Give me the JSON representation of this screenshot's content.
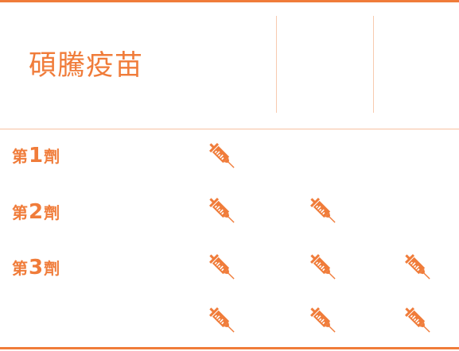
{
  "colors": {
    "accent": "#F07C3A",
    "line": "#F4A679",
    "text": "#F07C3A"
  },
  "header": {
    "title": "碩騰疫苗"
  },
  "doses": [
    {
      "prefix": "第",
      "number": "1",
      "suffix": "劑",
      "syringes": 1
    },
    {
      "prefix": "第",
      "number": "2",
      "suffix": "劑",
      "syringes": 2
    },
    {
      "prefix": "第",
      "number": "3",
      "suffix": "劑",
      "syringes": 3
    },
    {
      "prefix": "",
      "number": "",
      "suffix": "",
      "syringes": 3
    }
  ],
  "icons": {
    "syringe": "syringe-icon"
  }
}
